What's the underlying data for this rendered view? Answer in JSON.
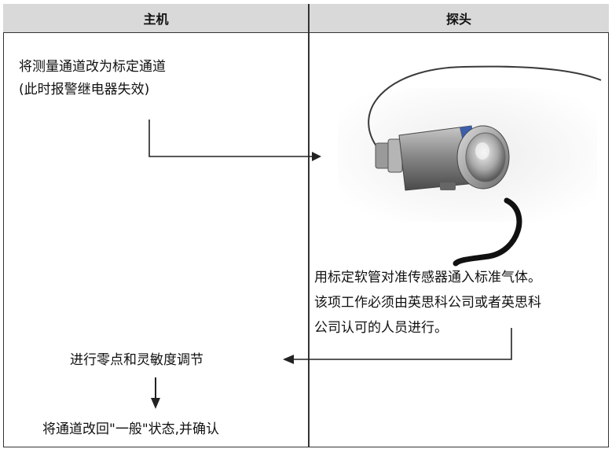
{
  "table": {
    "col_host": "主机",
    "col_probe": "探头"
  },
  "host": {
    "step1_line1": "将测量通道改为标定通道",
    "step1_line2": "(此时报警继电器失效)",
    "step3": "进行零点和灵敏度调节",
    "step4": "将通道改回\"一般\"状态,并确认"
  },
  "probe": {
    "note_line1": "用标定软管对准传感器通入标准气体。",
    "note_line2": "该项工作必须由英思科公司或者英思科",
    "note_line3": "公司认可的人员进行。"
  },
  "colors": {
    "header_bg": "#d9d9d9",
    "line": "#222222"
  }
}
